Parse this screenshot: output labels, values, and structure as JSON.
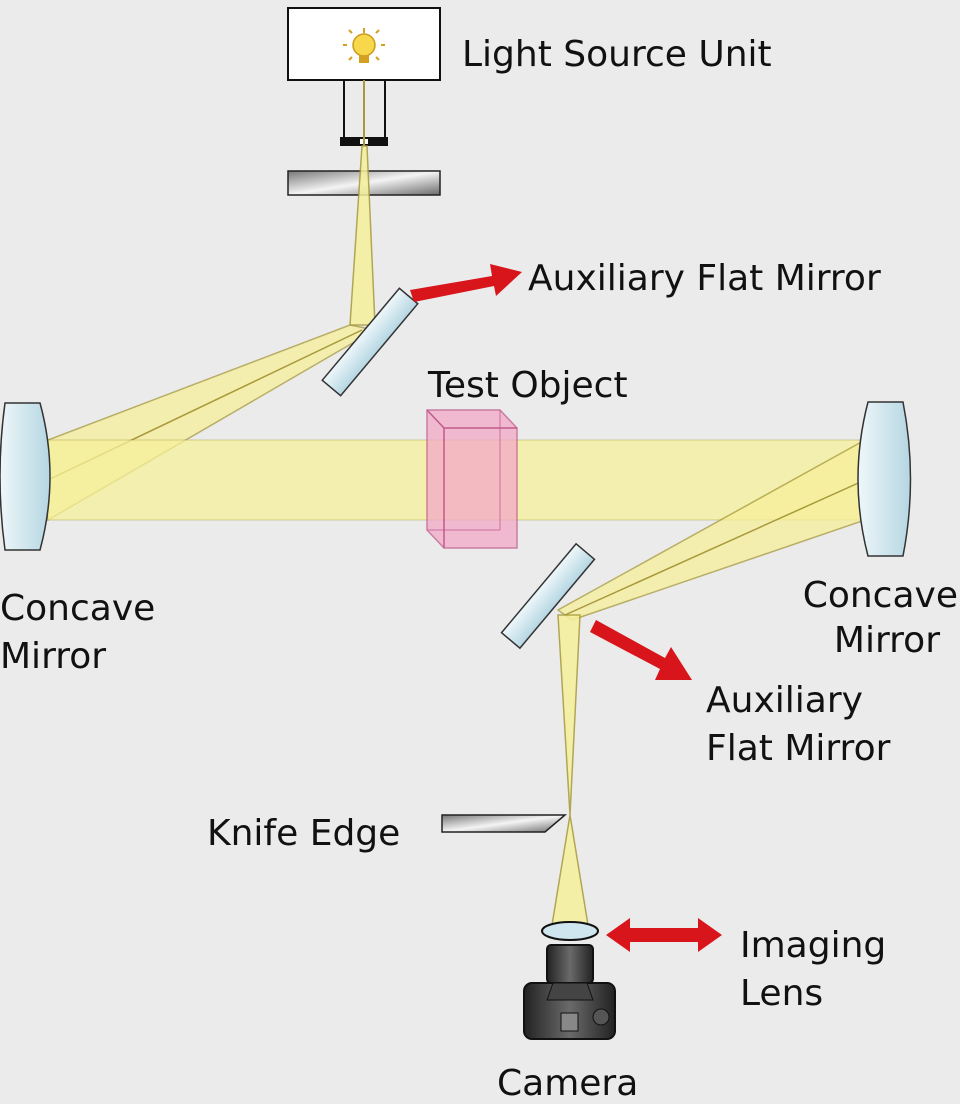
{
  "labels": {
    "light_source": "Light Source Unit",
    "aux_mirror_top": "Auxiliary Flat Mirror",
    "test_object": "Test Object",
    "concave_left": [
      "Concave",
      "Mirror"
    ],
    "concave_right": [
      "Concave",
      "Mirror"
    ],
    "aux_mirror_bottom": [
      "Auxiliary",
      "Flat Mirror"
    ],
    "knife_edge": "Knife Edge",
    "imaging_lens": [
      "Imaging",
      "Lens"
    ],
    "camera": "Camera"
  },
  "colors": {
    "beam": "#f6f09a",
    "beam_edge": "#a89a3a",
    "arrow": "#d8151b",
    "mirror": "#cfe6ee",
    "test_object": "#f4a9c8",
    "background": "#ebebeb"
  }
}
